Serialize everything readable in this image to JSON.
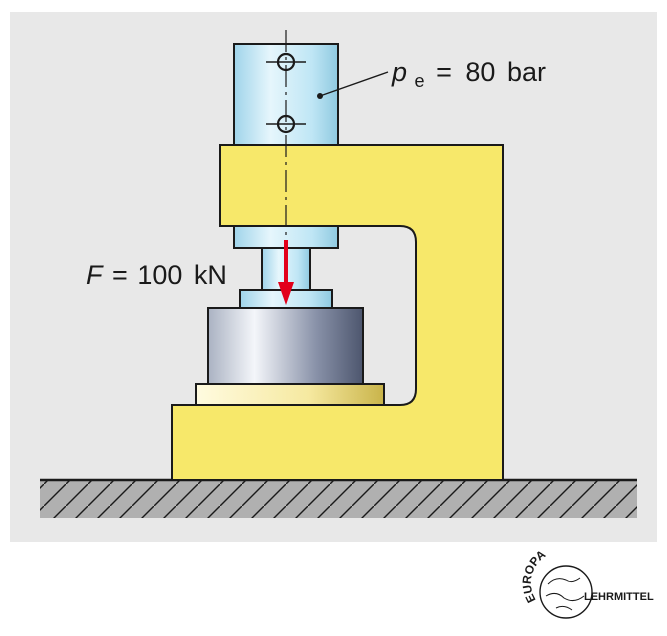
{
  "diagram": {
    "pressure_label": {
      "symbol": "p",
      "subscript": "e",
      "equals": "=",
      "value": "80",
      "unit": "bar"
    },
    "force_label": {
      "symbol": "F",
      "equals": "=",
      "value": "100",
      "unit": "kN"
    }
  },
  "logo": {
    "top_text": "EUROPA",
    "bottom_text": "LEHRMITTEL"
  },
  "colors": {
    "background_panel": "#e8e8e8",
    "frame": "#f7e86a",
    "ground_hatch": "#b0b0b0",
    "force_arrow": "#e2001a",
    "cylinder": "#bfe6f5",
    "workpiece_steel": "#8a93a8",
    "base_plate": "#fff6c8"
  }
}
